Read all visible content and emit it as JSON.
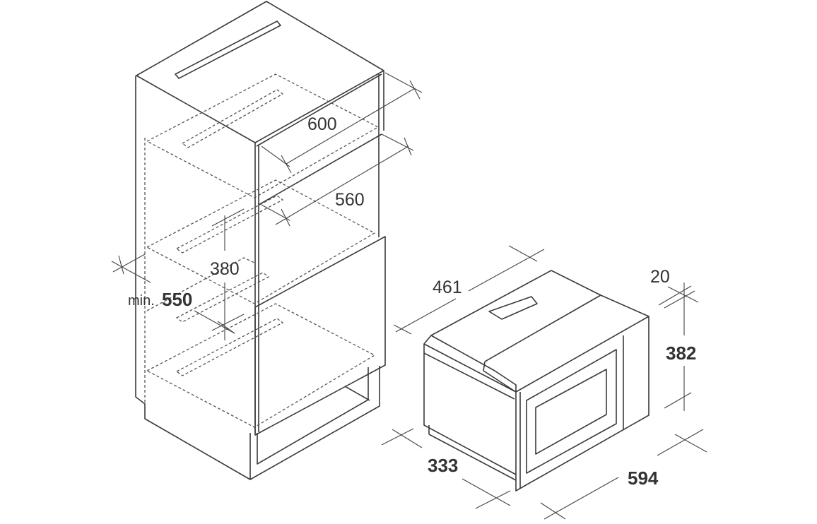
{
  "cabinet_dimensions": {
    "width_outer": "600",
    "width_inner": "560",
    "niche_height": "380",
    "min_depth_prefix": "min.",
    "min_depth": "550"
  },
  "appliance_dimensions": {
    "depth": "461",
    "frame_thickness": "20",
    "height": "382",
    "body_width": "333",
    "width": "594"
  }
}
